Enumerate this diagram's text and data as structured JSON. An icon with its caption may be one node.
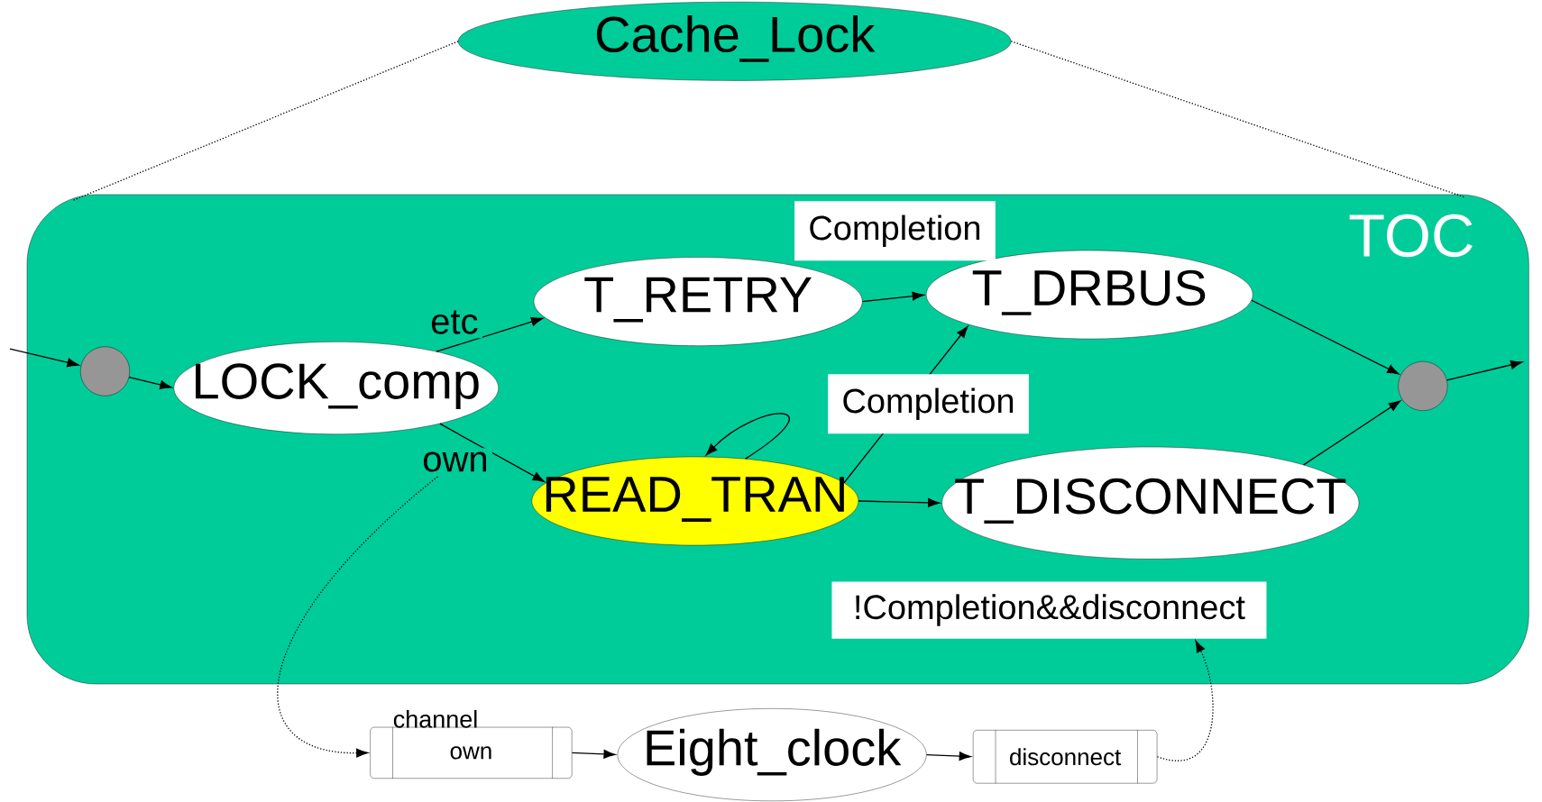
{
  "diagram": {
    "nodes": [
      {
        "text": [
          "Cache_Lock"
        ]
      },
      {
        "text": [
          "TOC"
        ]
      },
      {
        "text": [],
        "shape": "circle",
        "in": 1
      },
      {
        "text": [
          "LOCK_comp"
        ],
        "in": 1
      },
      {
        "text": [
          "T_RETRY"
        ],
        "in": 1
      },
      {
        "text": [
          "T_DRBUS"
        ],
        "in": 1
      },
      {
        "text": [
          "READ_TRAN"
        ],
        "in": 1
      },
      {
        "text": [
          "T_DISCONNECT"
        ],
        "in": 1
      },
      {
        "text": [],
        "shape": "circle",
        "in": 1
      },
      {
        "text": [
          "!Completion&&disconnect"
        ],
        "in": 1
      },
      {
        "text": [
          "own"
        ],
        "beside": [
          "channel"
        ]
      },
      {
        "text": [
          "Eight_clock"
        ]
      },
      {
        "text": [
          "disconnect"
        ]
      }
    ],
    "edges": [
      {
        "from": 0,
        "to": 1,
        "arrow": "none",
        "style": "dashed"
      },
      {
        "from": 0,
        "to": 1,
        "arrow": "none",
        "style": "dashed"
      },
      {
        "from": null,
        "to": 2,
        "arrow": "to"
      },
      {
        "from": 2,
        "to": 3,
        "arrow": "to"
      },
      {
        "from": 3,
        "to": 4,
        "arrow": "to",
        "label": "etc"
      },
      {
        "from": 3,
        "to": 6,
        "arrow": "to",
        "label": "own"
      },
      {
        "from": 4,
        "to": 5,
        "arrow": "to",
        "label": "Completion"
      },
      {
        "from": 6,
        "to": 6,
        "arrow": "to"
      },
      {
        "from": 6,
        "to": 5,
        "arrow": "to",
        "label": "Completion"
      },
      {
        "from": 6,
        "to": 7,
        "arrow": "to"
      },
      {
        "from": 5,
        "to": 8,
        "arrow": "to"
      },
      {
        "from": 7,
        "to": 8,
        "arrow": "to"
      },
      {
        "from": 8,
        "to": null,
        "arrow": "to"
      },
      {
        "from": null,
        "to": 10,
        "arrow": "to",
        "style": "dashed"
      },
      {
        "from": 10,
        "to": 11,
        "arrow": "to"
      },
      {
        "from": 11,
        "to": 12,
        "arrow": "to"
      },
      {
        "from": 12,
        "to": 9,
        "arrow": "to",
        "style": "dashed"
      }
    ]
  }
}
